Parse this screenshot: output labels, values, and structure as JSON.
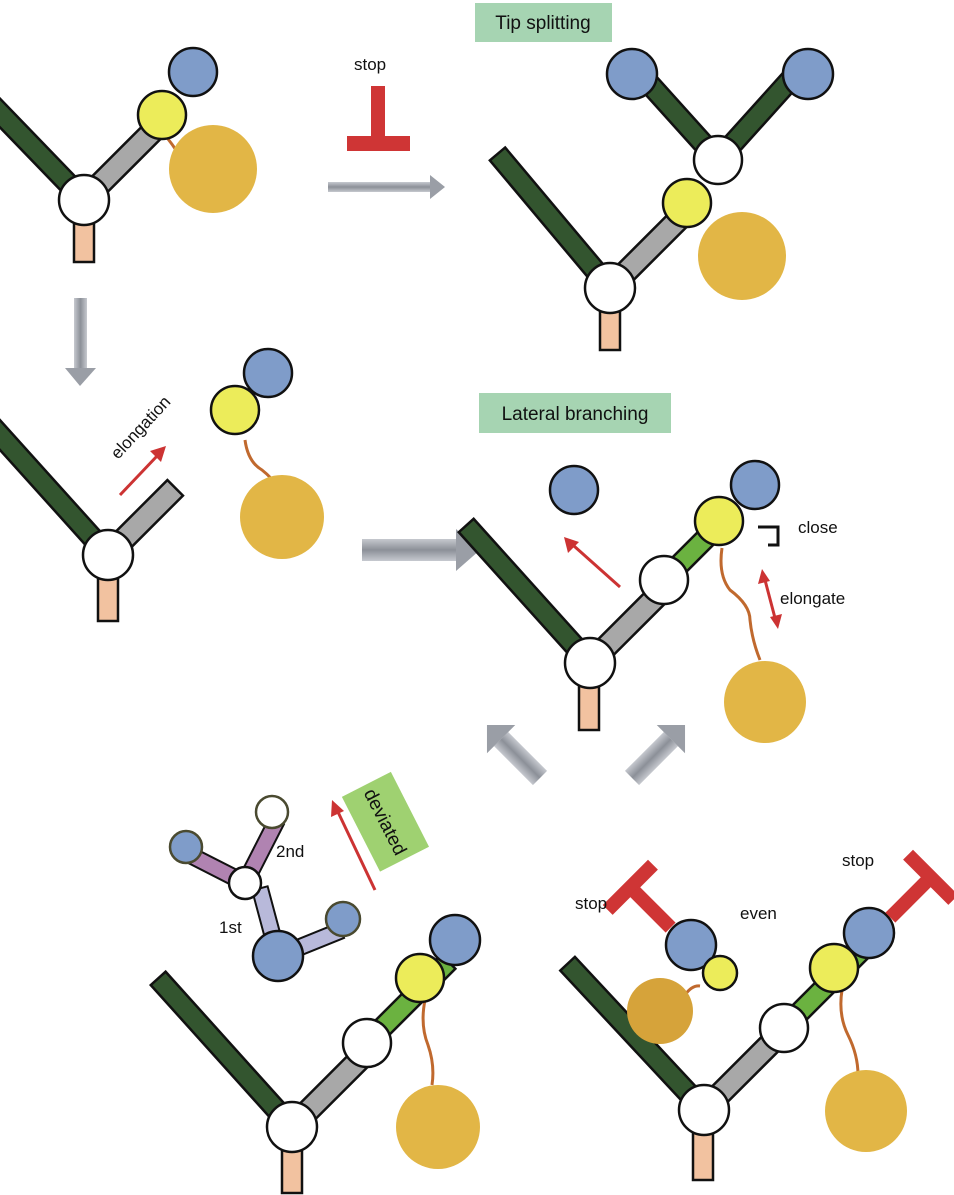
{
  "colors": {
    "trunk": "#33552f",
    "branch": "#6bb240",
    "stalk": "#a8a8a8",
    "stem": "#f2c2a0",
    "node": "#ffffff",
    "tip": "#7f9cc9",
    "bud": "#ecec5a",
    "ball": "#e2b646",
    "cord": "#c0692e",
    "redArrow": "#cc3333",
    "stopSign": "#cf3535",
    "grayArrow": "#9a9ea6",
    "greenTag": "#a6d4b2",
    "greenTagDeviated": "#9fd171",
    "purpleBranch": "#b083b1",
    "lavenderBranch": "#b8b9da"
  },
  "labels": {
    "tip_splitting": "Tip splitting",
    "lateral_branching": "Lateral branching",
    "stop_top": "stop",
    "elongation": "elongation",
    "close": "close",
    "elongate": "elongate",
    "deviated": "deviated",
    "first": "1st",
    "second": "2nd",
    "stop_left": "stop",
    "stop_right": "stop",
    "even": "even"
  }
}
